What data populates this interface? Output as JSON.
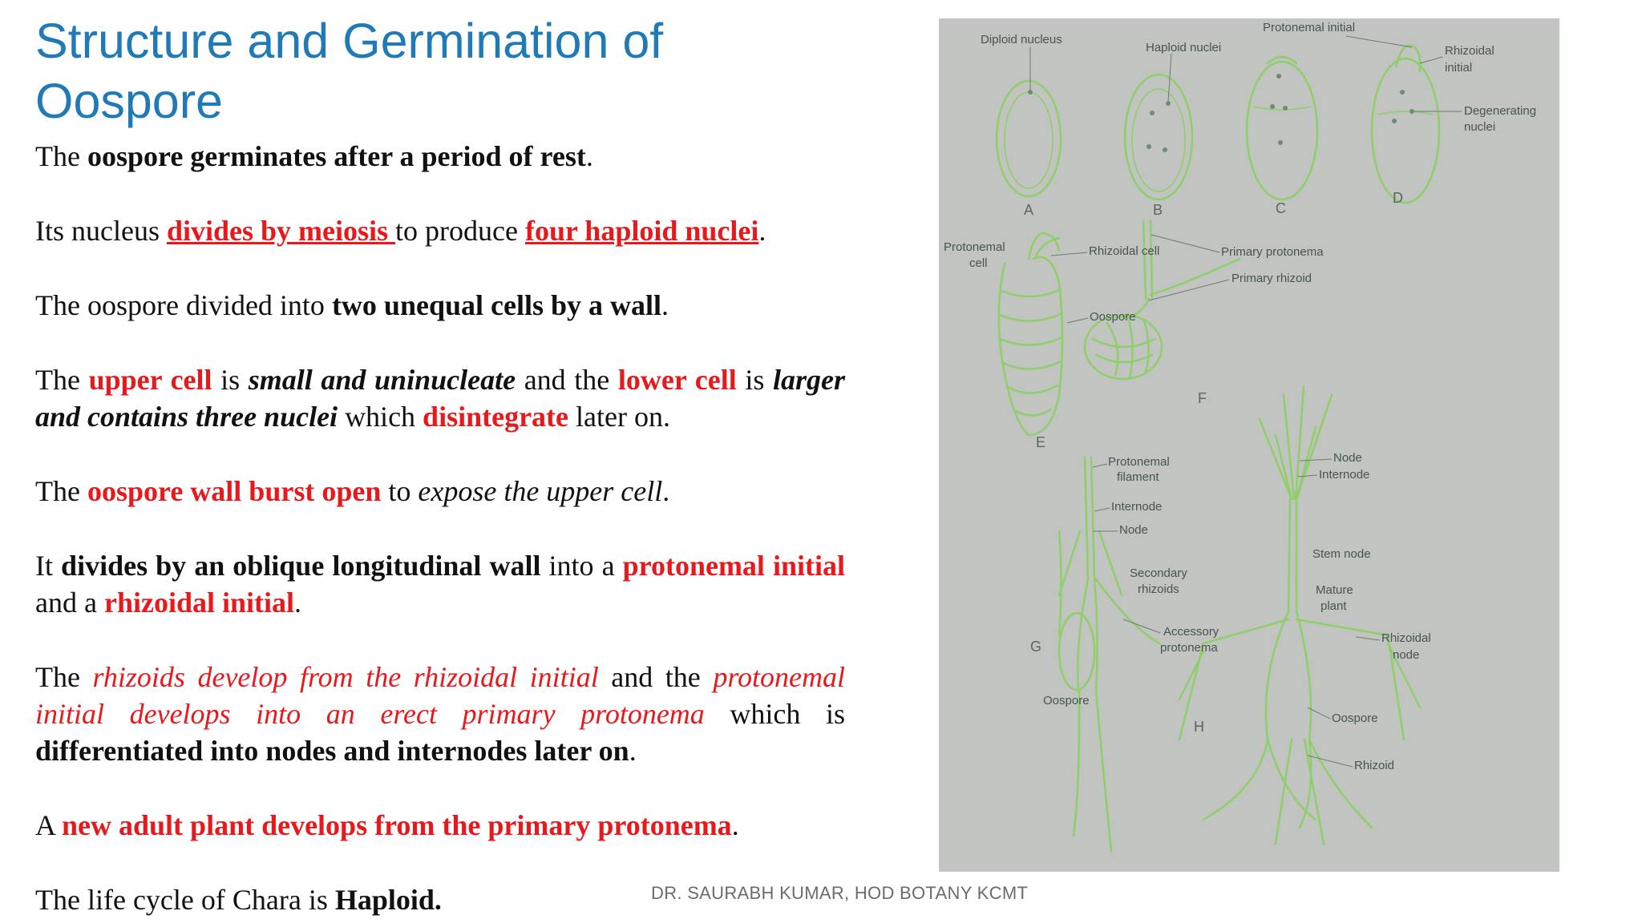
{
  "title": {
    "line1": "Structure and Germination of",
    "line2": "Oospore"
  },
  "body": {
    "p1": {
      "a": "The ",
      "b": "oospore germinates after a period of rest",
      "c": "."
    },
    "p2": {
      "a": "Its nucleus ",
      "b": "divides by meiosis ",
      "c": "to produce ",
      "d": "four haploid nuclei",
      "e": "."
    },
    "p3": {
      "a": "The oospore divided into ",
      "b": "two unequal cells by a wall",
      "c": "."
    },
    "p4": {
      "a": "The ",
      "b": "upper cell",
      "c": " is ",
      "d": "small and uninucleate",
      "e": " and the ",
      "f": "lower cell",
      "g": " is ",
      "h": "larger and contains three nuclei",
      "i": " which ",
      "j": "disintegrate",
      "k": " later on."
    },
    "p5": {
      "a": "The ",
      "b": "oospore wall burst open",
      "c": " to ",
      "d": "expose the upper cell",
      "e": "."
    },
    "p6": {
      "a": "It ",
      "b": "divides by an oblique longitudinal wall",
      "c": " into a ",
      "d": "protonemal initial",
      "e": " and a ",
      "f": "rhizoidal initial",
      "g": "."
    },
    "p7": {
      "a": "The ",
      "b": "rhizoids develop from the rhizoidal initial",
      "c": " and the ",
      "d": "protonemal initial develops into an erect primary protonema",
      "e": " which is ",
      "f": "differentiated into nodes and internodes later on",
      "g": "."
    },
    "p8": {
      "a": "A ",
      "b": "new adult plant develops from the primary protonema",
      "c": "."
    },
    "p9": {
      "a": "The life cycle of Chara is ",
      "b": "Haploid."
    }
  },
  "footer": "DR. SAURABH KUMAR, HOD BOTANY KCMT",
  "figure": {
    "colors": {
      "background": "#c1c4c0",
      "line": "#8fcf6a",
      "label": "#47544f"
    },
    "labels": {
      "diploid_nucleus": "Diploid nucleus",
      "haploid_nuclei": "Haploid nuclei",
      "protonemal_initial": "Protonemal initial",
      "rhizoidal_initial_1": "Rhizoidal",
      "rhizoidal_initial_2": "initial",
      "degenerating_1": "Degenerating",
      "degenerating_2": "nuclei",
      "letter_a": "A",
      "letter_b": "B",
      "letter_c": "C",
      "letter_d": "D",
      "protonemal_cell_1": "Protonemal",
      "protonemal_cell_2": "cell",
      "rhizoidal_cell": "Rhizoidal cell",
      "oospore_e": "Oospore",
      "primary_protonema": "Primary protonema",
      "primary_rhizoid": "Primary rhizoid",
      "letter_e": "E",
      "letter_f": "F",
      "protonemal_filament_1": "Protonemal",
      "protonemal_filament_2": "filament",
      "internode_g": "Internode",
      "node_g": "Node",
      "secondary_rhizoids_1": "Secondary",
      "secondary_rhizoids_2": "rhizoids",
      "accessory_protonema_1": "Accessory",
      "accessory_protonema_2": "protonema",
      "letter_g": "G",
      "oospore_g": "Oospore",
      "node_h": "Node",
      "internode_h": "Internode",
      "stem_node": "Stem node",
      "mature_plant_1": "Mature",
      "mature_plant_2": "plant",
      "rhizoidal_node_1": "Rhizoidal",
      "rhizoidal_node_2": "node",
      "letter_h": "H",
      "oospore_h": "Oospore",
      "rhizoid_h": "Rhizoid"
    }
  }
}
